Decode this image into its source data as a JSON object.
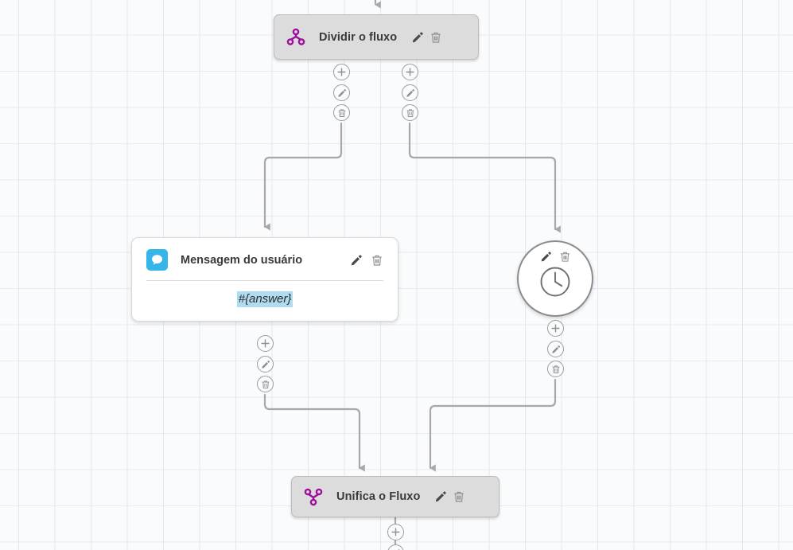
{
  "canvas": {
    "background_color": "#fafbfc",
    "grid_line_color": "#e3e7f0",
    "grid_size": 45
  },
  "palette": {
    "flow_icon_purple": "#9c0d9c",
    "message_icon_blue": "#36b5e8",
    "node_gray": "#dcdcdc",
    "variable_highlight": "#b0dcf0",
    "edge_gray": "#a8a8a8",
    "title_text": "#3a3a3a"
  },
  "nodes": [
    {
      "id": "split",
      "type": "flow-split",
      "title": "Dividir o fluxo",
      "icon": "split-flow-icon",
      "edit_label": "Editar",
      "delete_label": "Excluir"
    },
    {
      "id": "user-message",
      "type": "message-card",
      "title": "Mensagem do usuário",
      "icon": "speech-bubble-icon",
      "body_variable": "#{answer}",
      "edit_label": "Editar",
      "delete_label": "Excluir"
    },
    {
      "id": "delay",
      "type": "delay-circle",
      "title": "",
      "icon": "clock-icon",
      "edit_label": "Editar",
      "delete_label": "Excluir"
    },
    {
      "id": "merge",
      "type": "flow-merge",
      "title": "Unifica o Fluxo",
      "icon": "merge-flow-icon",
      "edit_label": "Editar",
      "delete_label": "Excluir"
    }
  ],
  "connector_groups": [
    {
      "id": "split-out-left",
      "buttons": [
        "add",
        "edit",
        "delete"
      ]
    },
    {
      "id": "split-out-right",
      "buttons": [
        "add",
        "edit",
        "delete"
      ]
    },
    {
      "id": "message-out",
      "buttons": [
        "add",
        "edit",
        "delete"
      ]
    },
    {
      "id": "delay-out",
      "buttons": [
        "add",
        "edit",
        "delete"
      ]
    },
    {
      "id": "merge-out",
      "buttons": [
        "add",
        "edit"
      ]
    }
  ],
  "connector_labels": {
    "add": "Adicionar",
    "edit": "Editar",
    "delete": "Excluir"
  }
}
